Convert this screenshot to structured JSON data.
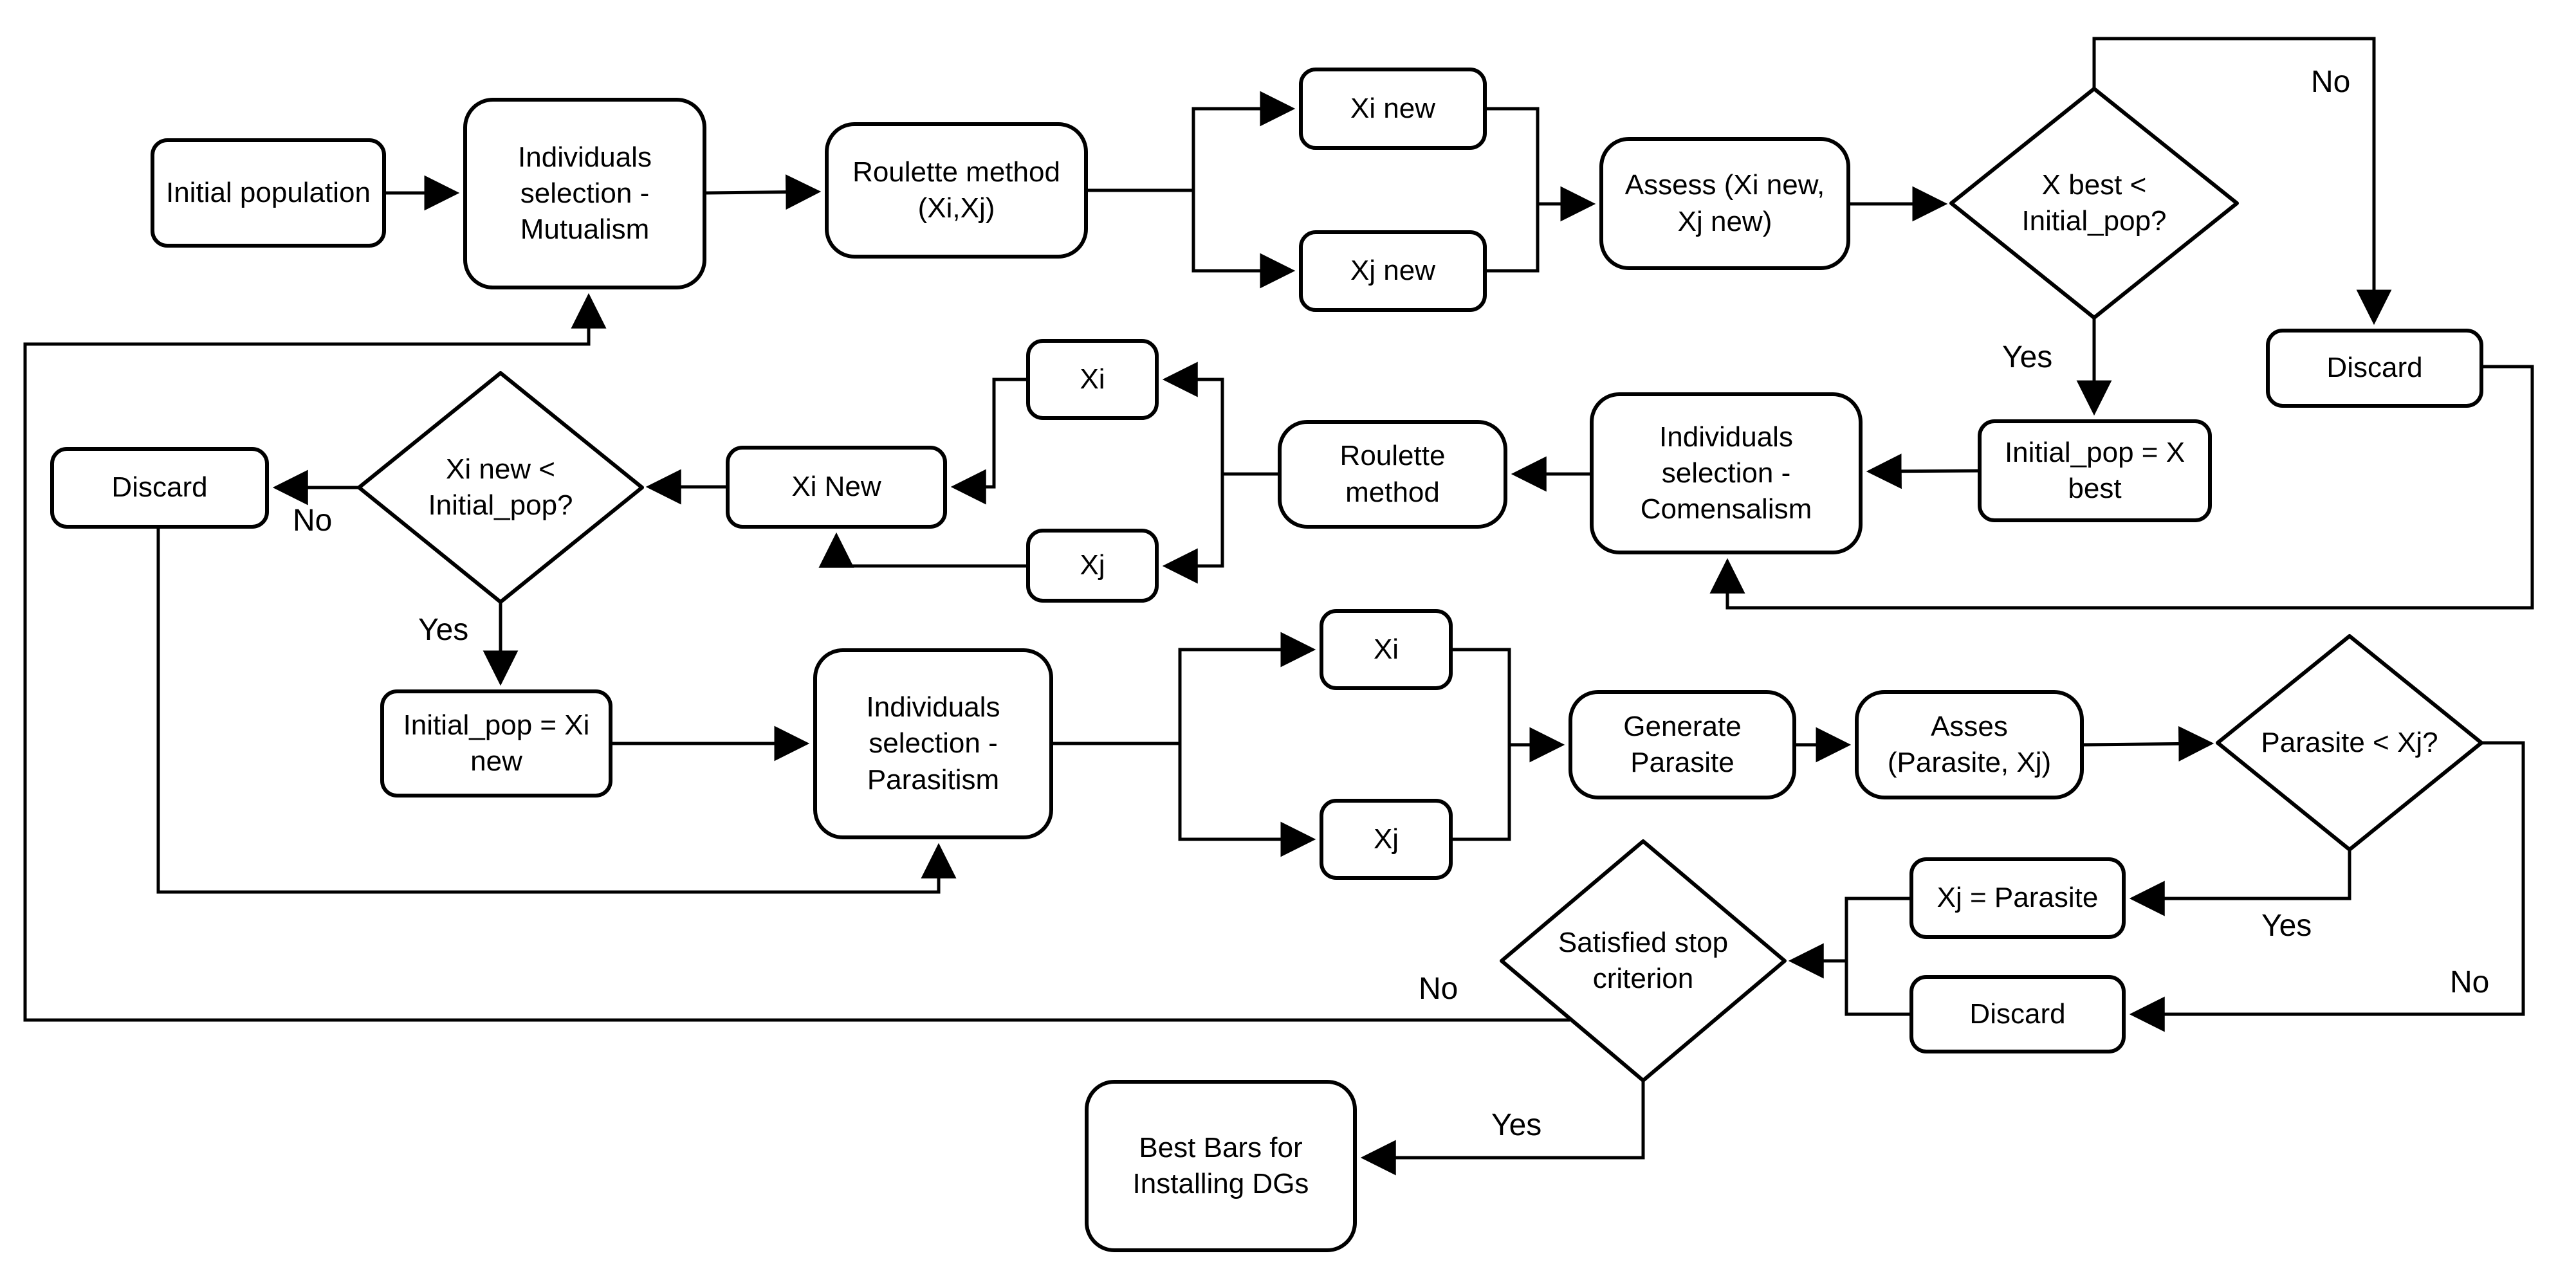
{
  "diagram": {
    "background_color": "#ffffff",
    "stroke_color": "#000000",
    "nodes": [
      {
        "id": "initial-population",
        "label": "Initial population",
        "shape": "rounded-rect"
      },
      {
        "id": "individuals-selection-mutualism",
        "label": "Individuals selection - Mutualism",
        "shape": "rounded-rect"
      },
      {
        "id": "roulette-method-xi-xj",
        "label": "Roulette method (Xi,Xj)",
        "shape": "rounded-rect"
      },
      {
        "id": "xi-new-top",
        "label": "Xi new",
        "shape": "rounded-rect"
      },
      {
        "id": "xj-new-top",
        "label": "Xj new",
        "shape": "rounded-rect"
      },
      {
        "id": "assess-xi-new-xj-new",
        "label": "Assess (Xi new, Xj new)",
        "shape": "rounded-rect"
      },
      {
        "id": "x-best-decision",
        "label": "X best < Initial_pop?",
        "shape": "diamond"
      },
      {
        "id": "discard-top-right",
        "label": "Discard",
        "shape": "rounded-rect"
      },
      {
        "id": "initial-pop-equals-x-best",
        "label": "Initial_pop = X best",
        "shape": "rounded-rect"
      },
      {
        "id": "individuals-selection-comensalism",
        "label": "Individuals selection - Comensalism",
        "shape": "rounded-rect"
      },
      {
        "id": "roulette-method",
        "label": "Roulette method",
        "shape": "rounded-rect"
      },
      {
        "id": "xi-mid",
        "label": "Xi",
        "shape": "rounded-rect"
      },
      {
        "id": "xj-mid",
        "label": "Xj",
        "shape": "rounded-rect"
      },
      {
        "id": "xi-new-mid",
        "label": "Xi New",
        "shape": "rounded-rect"
      },
      {
        "id": "xi-new-decision",
        "label": "Xi new < Initial_pop?",
        "shape": "diamond"
      },
      {
        "id": "discard-left",
        "label": "Discard",
        "shape": "rounded-rect"
      },
      {
        "id": "initial-pop-equals-xi-new",
        "label": "Initial_pop = Xi new",
        "shape": "rounded-rect"
      },
      {
        "id": "individuals-selection-parasitism",
        "label": "Individuals selection - Parasitism",
        "shape": "rounded-rect"
      },
      {
        "id": "xi-bottom",
        "label": "Xi",
        "shape": "rounded-rect"
      },
      {
        "id": "xj-bottom",
        "label": "Xj",
        "shape": "rounded-rect"
      },
      {
        "id": "generate-parasite",
        "label": "Generate Parasite",
        "shape": "rounded-rect"
      },
      {
        "id": "asses-parasite-xj",
        "label": "Asses (Parasite, Xj)",
        "shape": "rounded-rect"
      },
      {
        "id": "parasite-decision",
        "label": "Parasite < Xj?",
        "shape": "diamond"
      },
      {
        "id": "xj-equals-parasite",
        "label": "Xj = Parasite",
        "shape": "rounded-rect"
      },
      {
        "id": "discard-bottom",
        "label": "Discard",
        "shape": "rounded-rect"
      },
      {
        "id": "stop-criterion-decision",
        "label": "Satisfied stop criterion",
        "shape": "diamond"
      },
      {
        "id": "best-bars-for-installing-dgs",
        "label": "Best Bars for Installing DGs",
        "shape": "rounded-rect"
      }
    ],
    "edge_labels": [
      {
        "id": "x-best-no",
        "text": "No"
      },
      {
        "id": "x-best-yes",
        "text": "Yes"
      },
      {
        "id": "xi-new-no",
        "text": "No"
      },
      {
        "id": "xi-new-yes",
        "text": "Yes"
      },
      {
        "id": "parasite-yes",
        "text": "Yes"
      },
      {
        "id": "parasite-no",
        "text": "No"
      },
      {
        "id": "stop-no",
        "text": "No"
      },
      {
        "id": "stop-yes",
        "text": "Yes"
      }
    ]
  }
}
